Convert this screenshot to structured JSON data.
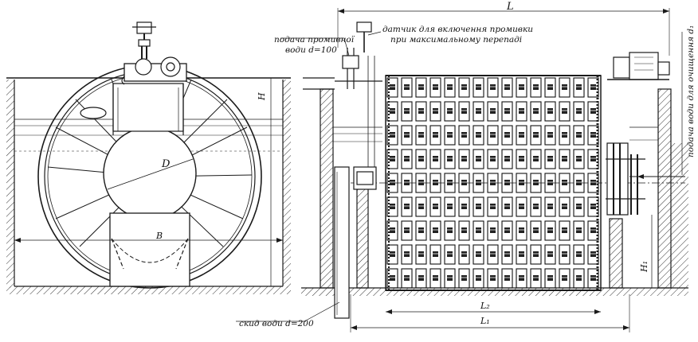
{
  "labels": {
    "flush_water_supply_1": "подача промивної",
    "flush_water_supply_2": "води d=100",
    "sensor_1": "датчик для включення промивки",
    "sensor_2": "при максимальному перепаді",
    "discharge": "скид води d=200",
    "clean_water_supply": "подача води для очищення d₁"
  },
  "dimensions": {
    "H": "H",
    "D": "D",
    "B": "B",
    "L": "L",
    "L1": "L₁",
    "L2": "L₂",
    "H1": "H₁",
    "d1": "d₁"
  },
  "colors": {
    "line": "#1a1a1a",
    "hatch": "#333333",
    "background": "#ffffff"
  }
}
